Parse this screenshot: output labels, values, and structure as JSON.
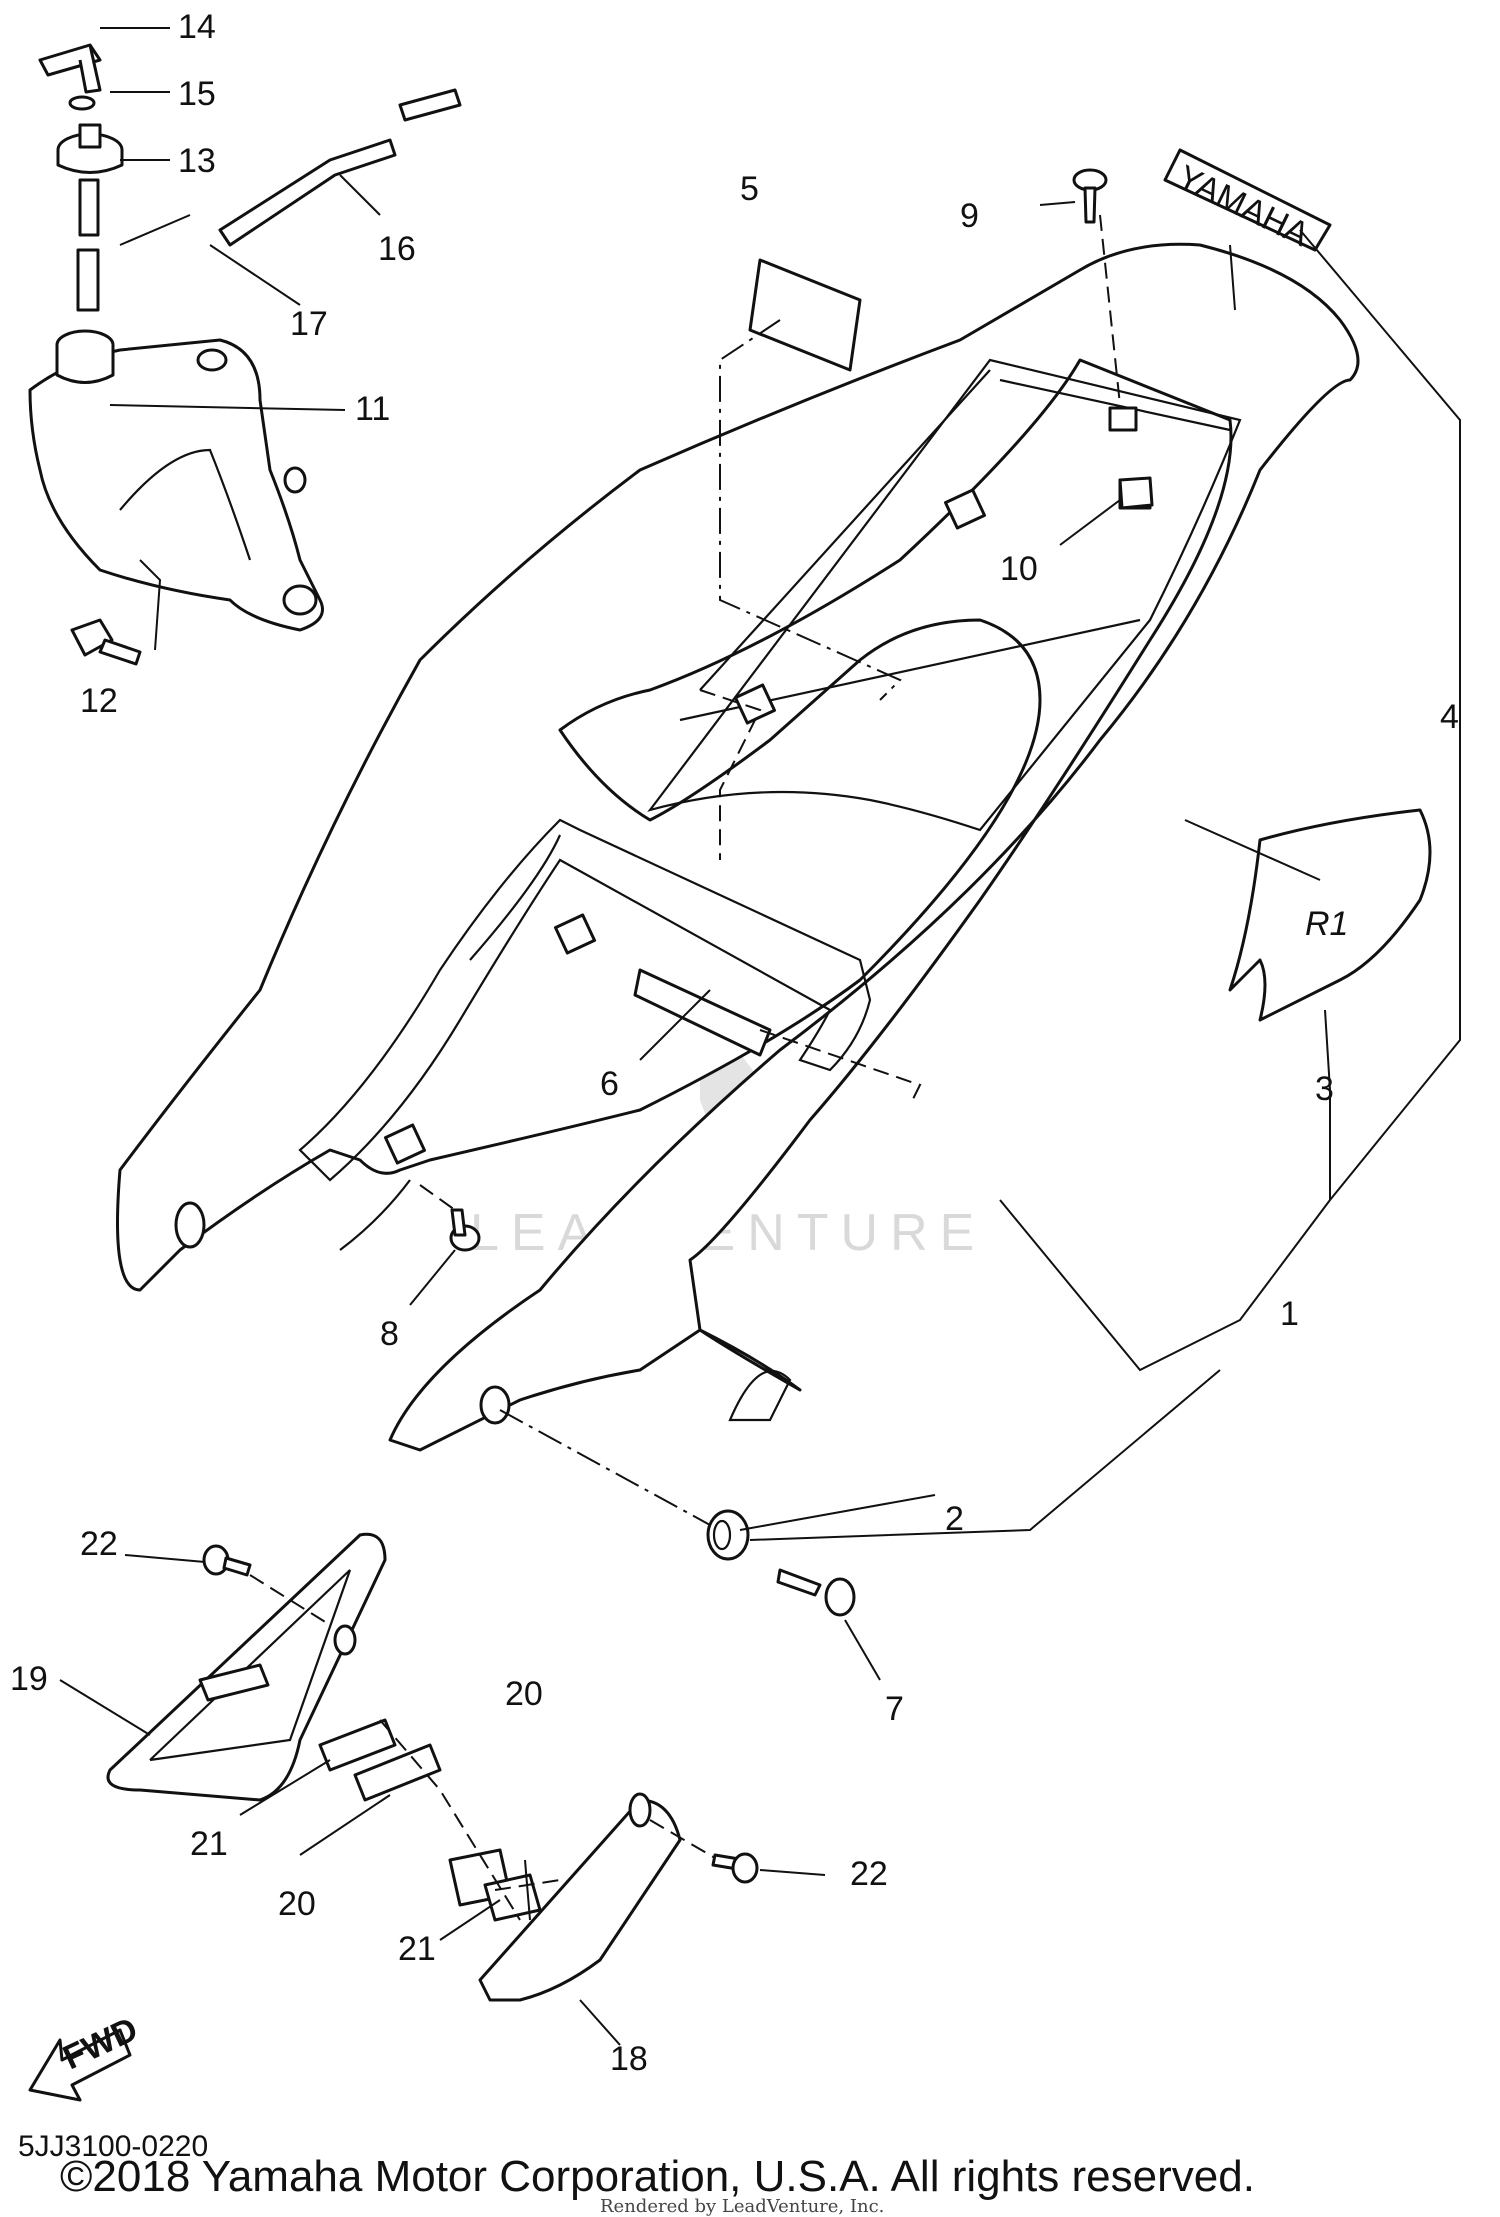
{
  "diagram": {
    "part_code": "5JJ3100-0220",
    "copyright": "©2018 Yamaha Motor Corporation, U.S.A. All rights reserved.",
    "rendered_by": "Rendered by LeadVenture, Inc.",
    "watermark": "LEADVENTURE",
    "fwd_label": "FWD",
    "decal_yamaha": "YAMAHA",
    "decal_r1": "R1",
    "callouts": [
      "1",
      "2",
      "3",
      "4",
      "5",
      "6",
      "7",
      "8",
      "9",
      "10",
      "11",
      "12",
      "13",
      "14",
      "15",
      "16",
      "17",
      "18",
      "19",
      "20",
      "20",
      "21",
      "21",
      "22",
      "22"
    ]
  }
}
